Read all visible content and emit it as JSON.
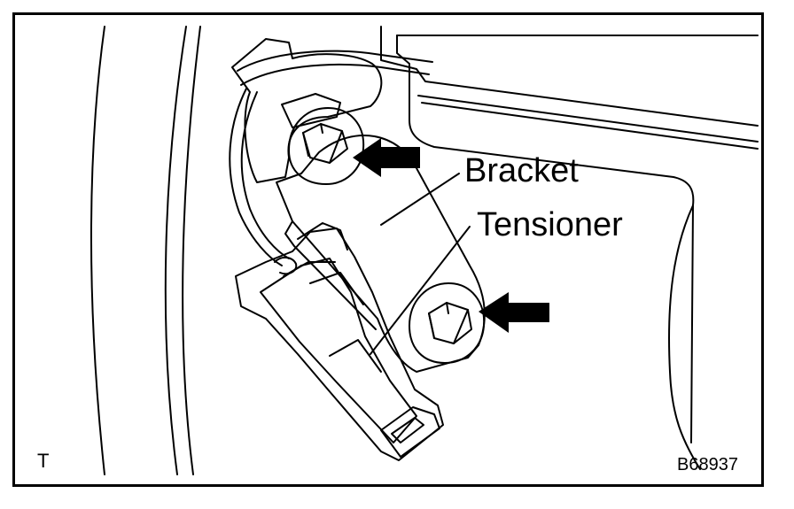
{
  "labels": {
    "bracket": "Bracket",
    "tensioner": "Tensioner"
  },
  "corner_code": "T",
  "figure_id": "B68937",
  "colors": {
    "line": "#000000",
    "background": "#ffffff"
  }
}
